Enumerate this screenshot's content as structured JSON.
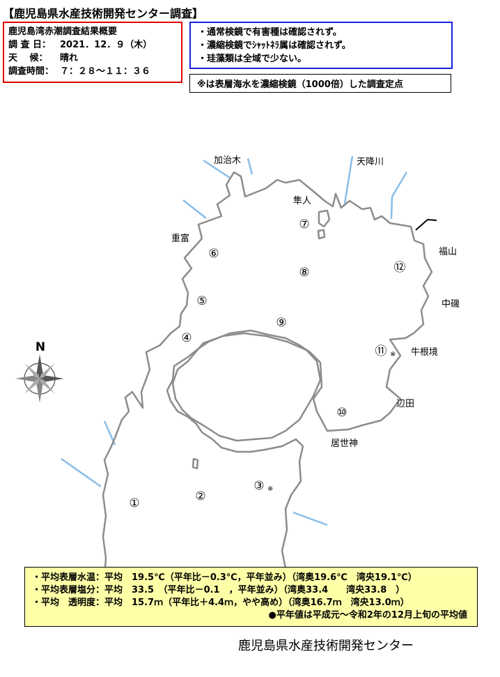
{
  "title": "【鹿児島県水産技術開発センター調査】",
  "summary": {
    "heading": "鹿児島湾赤潮調査結果概要",
    "rows": [
      {
        "label": "調 査 日：",
        "value": "2021．12．９（木）"
      },
      {
        "label": "天 　候：",
        "value": "晴れ"
      },
      {
        "label": "調査時間：",
        "value": "７：２８～１１：３６"
      }
    ]
  },
  "findings": [
    "・通常検鏡で有害種は確認されず。",
    "・濃縮検鏡でｼｬｯﾄﾈﾗ属は確認されず。",
    "・珪藻類は全域で少ない。"
  ],
  "note": "※は表層海水を濃縮検鏡（1000倍）した調査定点",
  "map": {
    "compass_label": "N",
    "places": [
      "加治木",
      "天降川",
      "隼人",
      "重富",
      "福山",
      "中磯",
      "牛根境",
      "辺田",
      "居世神"
    ],
    "stations": [
      "①",
      "②",
      "③",
      "④",
      "⑤",
      "⑥",
      "⑦",
      "⑧",
      "⑨",
      "⑩",
      "⑪",
      "⑫"
    ],
    "concentrated_mark": "※",
    "colors": {
      "coast": "#8c8c8c",
      "river": "#88bde8"
    }
  },
  "stats": {
    "lines": [
      "・平均表層水温：平均　19.5℃（平年比－0.3℃，平年並み）（湾奥19.6℃　湾央19.1℃）",
      "・平均表層塩分：平均　33.5　（平年比－0.1　，平年並み）（湾奥33.4　　湾央33.8　）",
      "・平均　透明度：平均　15.7ｍ（平年比＋4.4ｍ，やや高め）（湾奥16.7ｍ　湾央13.0ｍ）"
    ],
    "note": "●平年値は平成元～令和2年の12月上旬の平均値"
  },
  "footer": "鹿児島県水産技術開発センター"
}
